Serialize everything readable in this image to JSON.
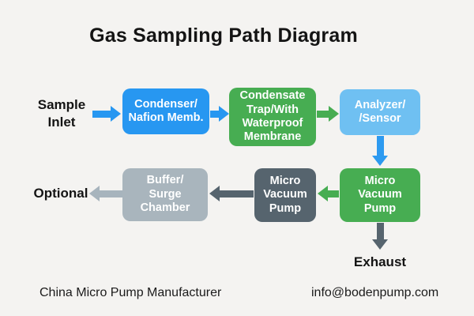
{
  "title": "Gas Sampling Path Diagram",
  "flow_labels": {
    "sample_inlet": "Sample\nInlet",
    "optional": "Optional",
    "exhaust": "Exhaust"
  },
  "boxes": {
    "condenser": {
      "label": "Condenser/\nNafion Memb.",
      "color": "#2797f1",
      "text_color": "#ffffff"
    },
    "condensate_trap": {
      "label": "Condensate\nTrap/With\nWaterproof\nMembrane",
      "color": "#47ad52",
      "text_color": "#ffffff"
    },
    "analyzer": {
      "label": "Analyzer/\n/Sensor",
      "color": "#6fc0f2",
      "text_color": "#ffffff"
    },
    "buffer_chamber": {
      "label": "Buffer/\nSurge\nChamber",
      "color": "#a9b5bd",
      "text_color": "#ffffff"
    },
    "vacuum_pump_mid": {
      "label": "Micro\nVacuum\nPump",
      "color": "#56646e",
      "text_color": "#ffffff"
    },
    "vacuum_pump_right": {
      "label": "Micro\nVacuum\nPump",
      "color": "#47ad52",
      "text_color": "#ffffff"
    }
  },
  "arrows": {
    "inlet_to_condenser": {
      "direction": "right",
      "color": "#2797f1"
    },
    "condenser_to_trap": {
      "direction": "right",
      "color": "#2797f1"
    },
    "trap_to_analyzer": {
      "direction": "right",
      "color": "#47ad52"
    },
    "analyzer_to_pump": {
      "direction": "down",
      "color": "#2d9af0"
    },
    "pump_to_pump": {
      "direction": "left",
      "color": "#47ad52"
    },
    "pump_to_buffer": {
      "direction": "left",
      "color": "#56646e"
    },
    "buffer_to_optional": {
      "direction": "left",
      "color": "#a7b4bd"
    },
    "pump_to_exhaust": {
      "direction": "down",
      "color": "#56646e"
    }
  },
  "footer": {
    "left": "China Micro Pump Manufacturer",
    "right": "info@bodenpump.com"
  },
  "background": "#f4f3f1",
  "text_color": "#141414"
}
